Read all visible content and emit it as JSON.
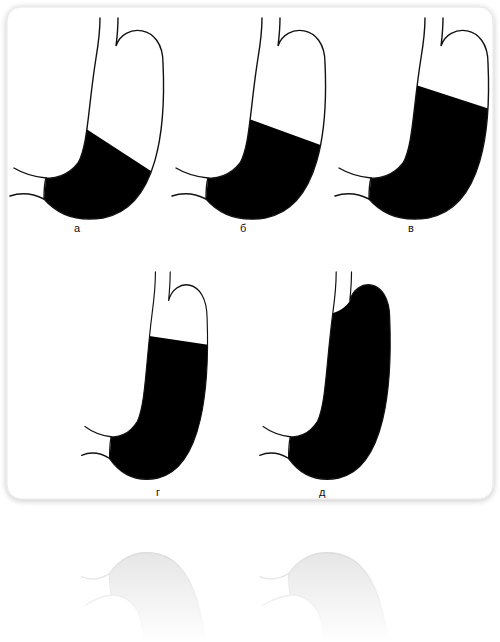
{
  "diagram": {
    "labels": [
      "а",
      "б",
      "в",
      "г",
      "д"
    ]
  }
}
